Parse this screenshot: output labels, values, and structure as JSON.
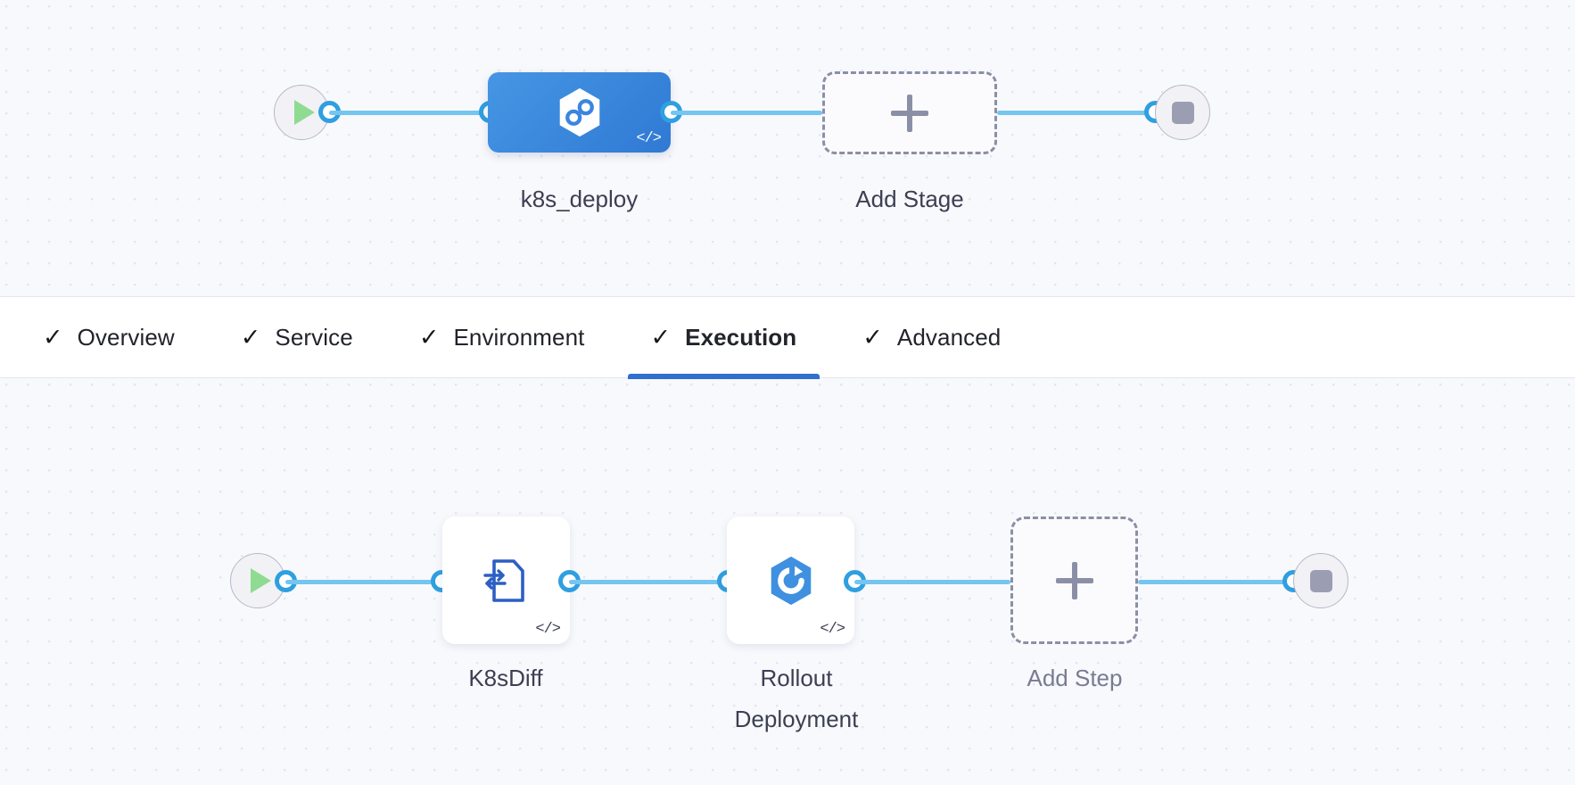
{
  "canvas": {
    "background_color": "#f8f9fc",
    "dot_color": "#e3e5ef",
    "connector_color": "#74c5f0",
    "port_color": "#2f9fe0"
  },
  "stage_row": {
    "start_node": {
      "name": "pipeline-start",
      "icon": "play-icon"
    },
    "end_node": {
      "name": "pipeline-end",
      "icon": "stop-icon"
    },
    "stages": [
      {
        "label": "k8s_deploy",
        "icon": "harness-cd-hexagon-icon",
        "selected": true,
        "code_badge": "</>",
        "color": "#3079d4"
      }
    ],
    "add_stage": {
      "label": "Add Stage",
      "icon": "plus-icon"
    }
  },
  "tabbar": {
    "tabs": [
      {
        "label": "Overview",
        "checked": true,
        "active": false
      },
      {
        "label": "Service",
        "checked": true,
        "active": false
      },
      {
        "label": "Environment",
        "checked": true,
        "active": false
      },
      {
        "label": "Execution",
        "checked": true,
        "active": true
      },
      {
        "label": "Advanced",
        "checked": true,
        "active": false
      }
    ],
    "check_glyph": "✓",
    "active_underline_color": "#2f6fd0"
  },
  "execution_row": {
    "start_node": {
      "name": "execution-start",
      "icon": "play-icon"
    },
    "end_node": {
      "name": "execution-end",
      "icon": "stop-icon"
    },
    "steps": [
      {
        "label": "K8sDiff",
        "icon": "k8s-diff-document-icon",
        "code_badge": "</>"
      },
      {
        "label": "Rollout\nDeployment",
        "icon": "rollout-deployment-hexagon-icon",
        "code_badge": "</>"
      }
    ],
    "add_step": {
      "label": "Add Step",
      "icon": "plus-icon"
    }
  }
}
